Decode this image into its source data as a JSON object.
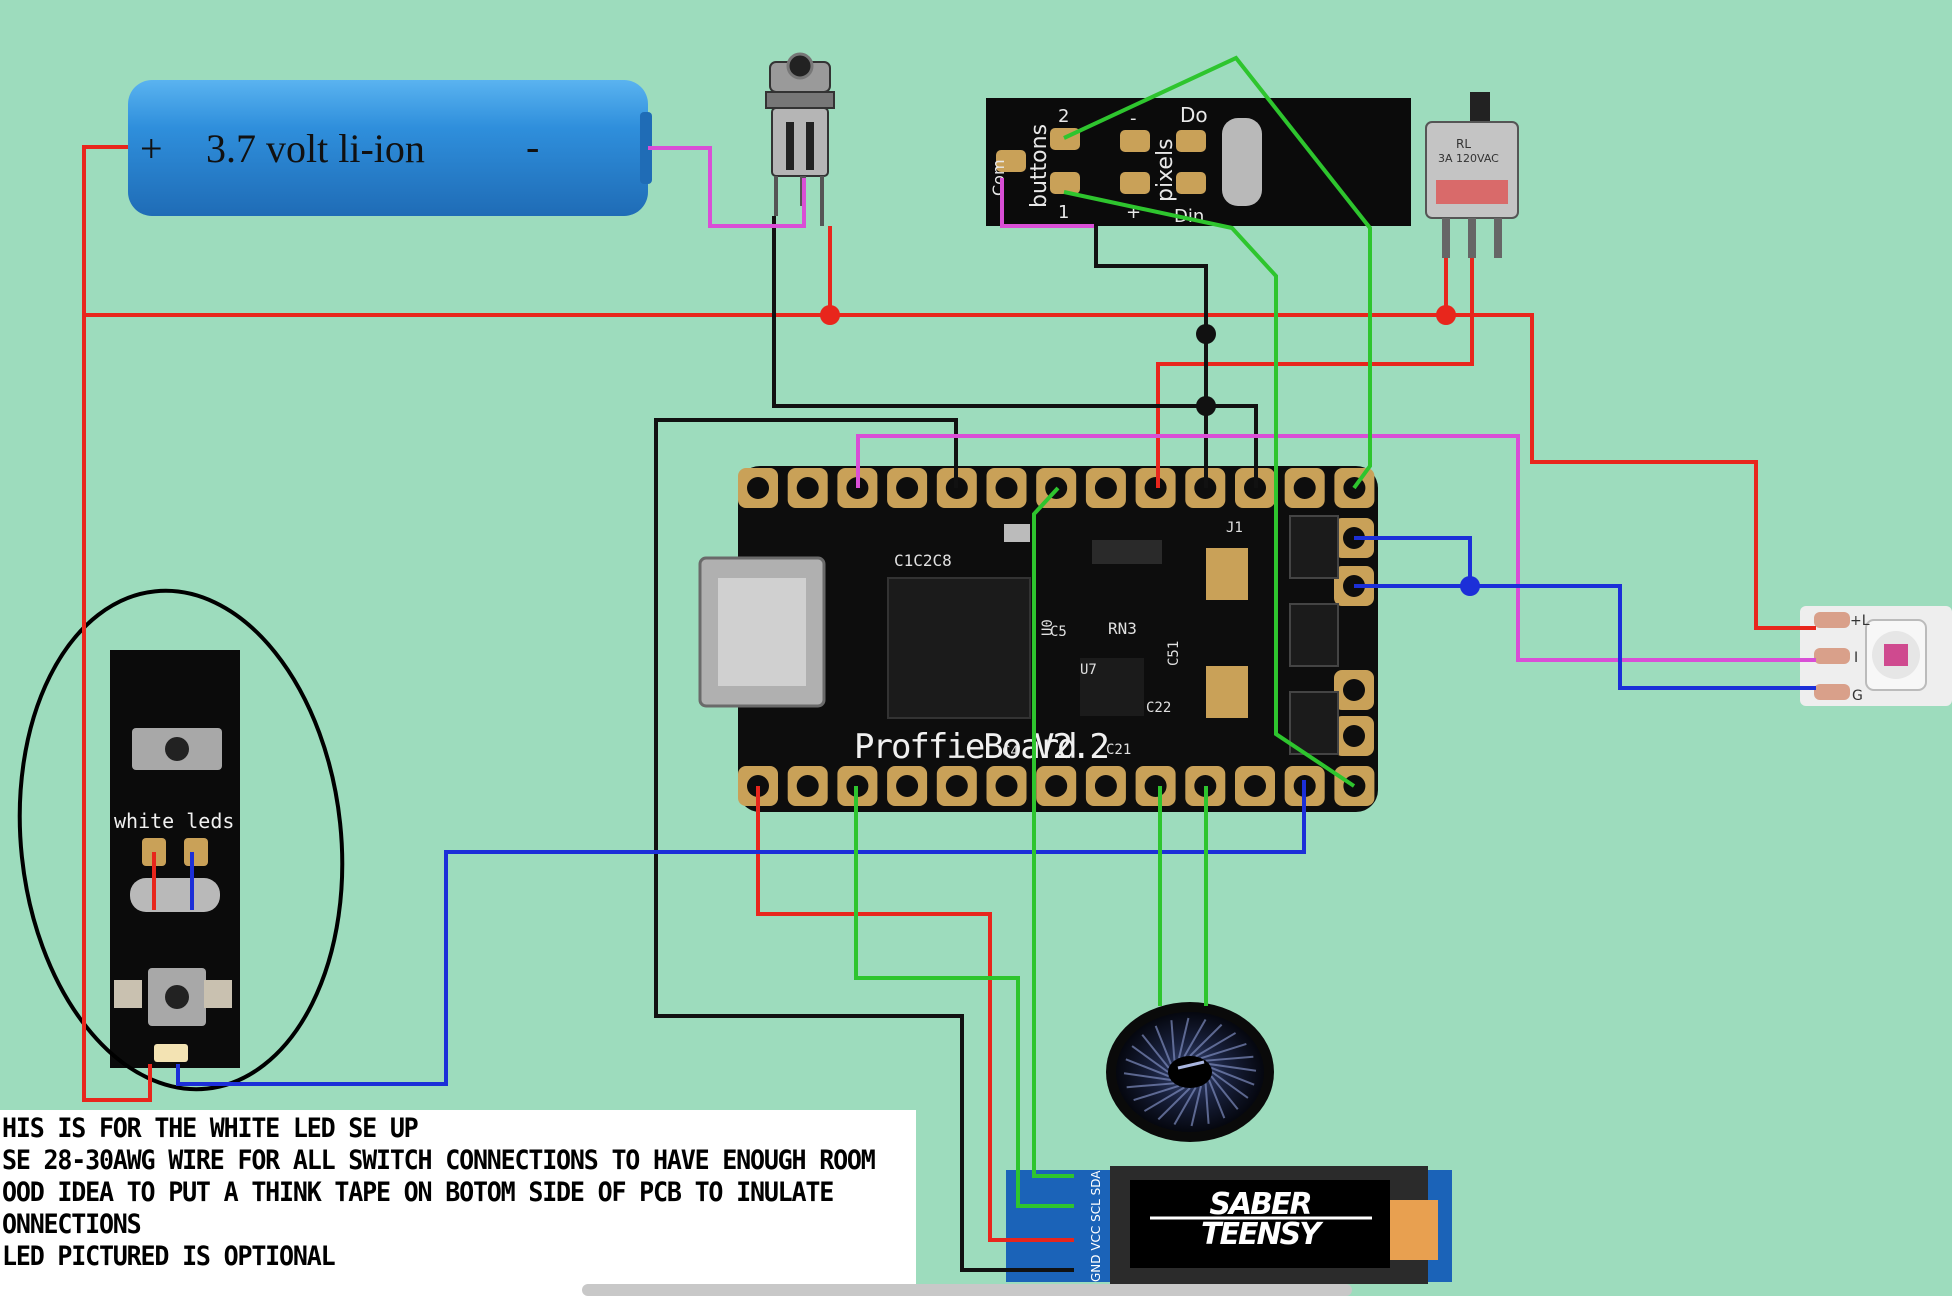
{
  "battery": {
    "plus": "+",
    "label": "3.7 volt li-ion",
    "minus": "-"
  },
  "button_board": {
    "buttons": "buttons",
    "pixels": "pixels",
    "pad_2": "2",
    "pad_1": "1",
    "pad_do": "Do",
    "pad_din": "Din",
    "pad_com": "Com",
    "plus": "+",
    "minus": "-"
  },
  "slide_switch": {
    "line1": "RL",
    "line2": "3A 120VAC"
  },
  "led_board": {
    "label": "white leds"
  },
  "proffieboard": {
    "name": "ProffieBoard",
    "version": "V2.2",
    "marks": {
      "c1c2c8": "C1C2C8",
      "rn3": "RN3",
      "u7": "U7",
      "c22": "C22",
      "c21": "C21",
      "c4": "C4",
      "j1": "J1",
      "c5": "C5",
      "c51": "C51",
      "u0": "U0"
    }
  },
  "neopixel": {
    "plus": "+L",
    "din": "I",
    "gnd": "G"
  },
  "oled": {
    "pins": "GND VCC SCL SDA",
    "logo_line1": "SABER",
    "logo_line2": "TEENSY"
  },
  "notes": {
    "lines": [
      "HIS IS FOR THE WHITE LED SE UP",
      "SE 28-30AWG WIRE FOR ALL SWITCH CONNECTIONS TO HAVE ENOUGH ROOM",
      "OOD IDEA TO PUT A THINK TAPE ON BOTOM SIDE OF PCB TO INULATE",
      "ONNECTIONS",
      "LED PICTURED IS OPTIONAL"
    ]
  },
  "colors": {
    "background": "#9ddcbd",
    "wire_red": "#e8261c",
    "wire_black": "#111111",
    "wire_green": "#2ec52e",
    "wire_blue": "#1c2fd8",
    "wire_magenta": "#d94fd6",
    "battery_blue": "#2f8fdc",
    "pad_gold": "#c9a158"
  }
}
